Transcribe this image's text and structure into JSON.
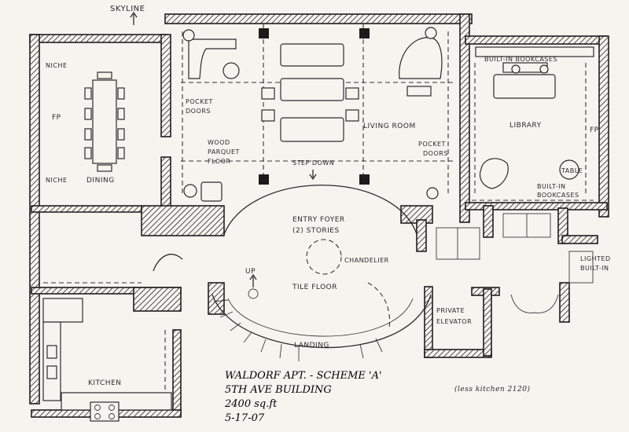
{
  "compass": {
    "label": "SKYLINE"
  },
  "rooms": {
    "niche_top": "NICHE",
    "fp_dining": "FP",
    "niche_bottom": "NICHE",
    "dining": "DINING",
    "pocket_doors_left_1": "POCKET",
    "pocket_doors_left_2": "DOORS",
    "wood_parquet_1": "WOOD",
    "wood_parquet_2": "PARQUET",
    "wood_parquet_3": "FLOOR",
    "step_down": "STEP DOWN",
    "living_room": "LIVING ROOM",
    "pocket_doors_right_1": "POCKET",
    "pocket_doors_right_2": "DOORS",
    "library": "LIBRARY",
    "fp_library": "FP",
    "built_in_bookcases_top": "BUILT-IN BOOKCASES",
    "table": "TABLE",
    "built_in_bookcases_bottom_1": "BUILT-IN",
    "built_in_bookcases_bottom_2": "BOOKCASES",
    "entry_foyer_1": "ENTRY FOYER",
    "entry_foyer_2": "(2) STORIES",
    "chandelier": "CHANDELIER",
    "tile_floor": "TILE FLOOR",
    "up": "UP",
    "landing": "LANDING",
    "private_elevator_1": "PRIVATE",
    "private_elevator_2": "ELEVATOR",
    "lighted_built_in_1": "LIGHTED",
    "lighted_built_in_2": "BUILT-IN",
    "kitchen": "KITCHEN"
  },
  "title_block": {
    "line1": "WALDORF APT. - SCHEME 'A'",
    "line2": "5TH AVE BUILDING",
    "line3": "2400 sq.ft",
    "line4": "5-17-07"
  },
  "note": "(less kitchen 2120)"
}
